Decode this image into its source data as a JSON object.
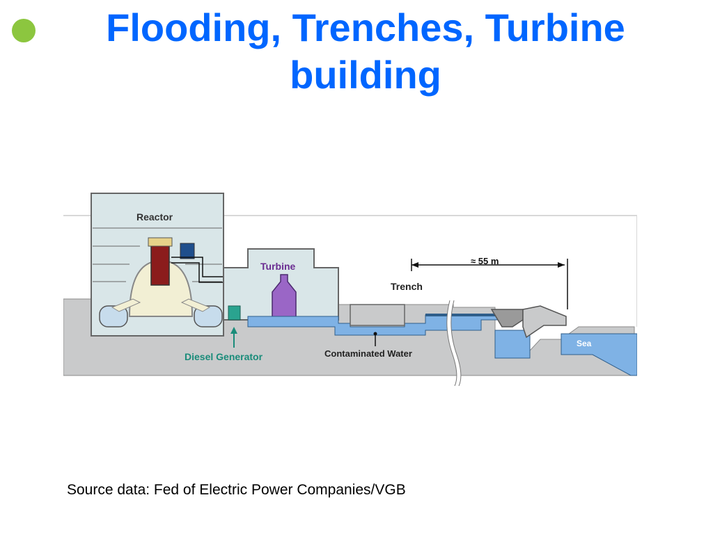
{
  "slide": {
    "title_line1": "Flooding, Trenches, Turbine",
    "title_line2": "building",
    "source": "Source data: Fed of Electric Power Companies/VGB"
  },
  "diagram": {
    "labels": {
      "reactor": "Reactor",
      "turbine": "Turbine",
      "trench": "Trench",
      "distance": "≈ 55 m",
      "diesel_generator": "Diesel Generator",
      "contaminated_water": "Contaminated Water",
      "sea": "Sea"
    }
  },
  "colors": {
    "title": "#0066ff",
    "bullet": "#8cc63f",
    "water": "#7fb2e5",
    "building": "#d9e6e8",
    "ground": "#c9cacb",
    "turbine": "#9a66c6",
    "diesel_label": "#1a8c7a"
  }
}
